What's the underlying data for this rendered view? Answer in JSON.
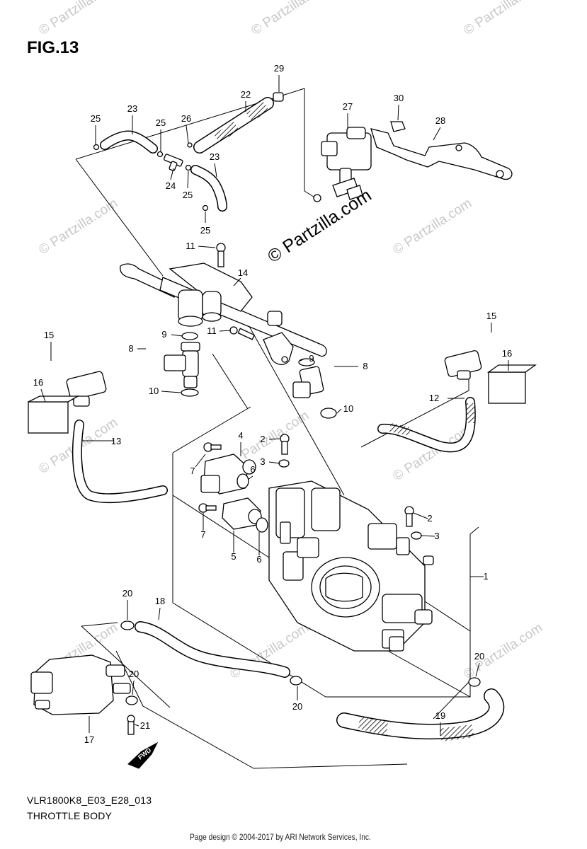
{
  "figure_title": "FIG.13",
  "drawing_code": "VLR1800K8_E03_E28_013",
  "drawing_name": "THROTTLE BODY",
  "footer": "Page design © 2004-2017 by ARI Network Services, Inc.",
  "watermark_main": "© Partzilla.com",
  "watermark_faint": "© Partzilla.com",
  "fwd_label": "FWD",
  "part_callouts": [
    "1",
    "2",
    "3",
    "4",
    "5",
    "6",
    "7",
    "8",
    "9",
    "10",
    "11",
    "12",
    "13",
    "14",
    "15",
    "16",
    "17",
    "18",
    "19",
    "20",
    "21",
    "22",
    "23",
    "24",
    "25",
    "26",
    "27",
    "28",
    "29",
    "30"
  ]
}
